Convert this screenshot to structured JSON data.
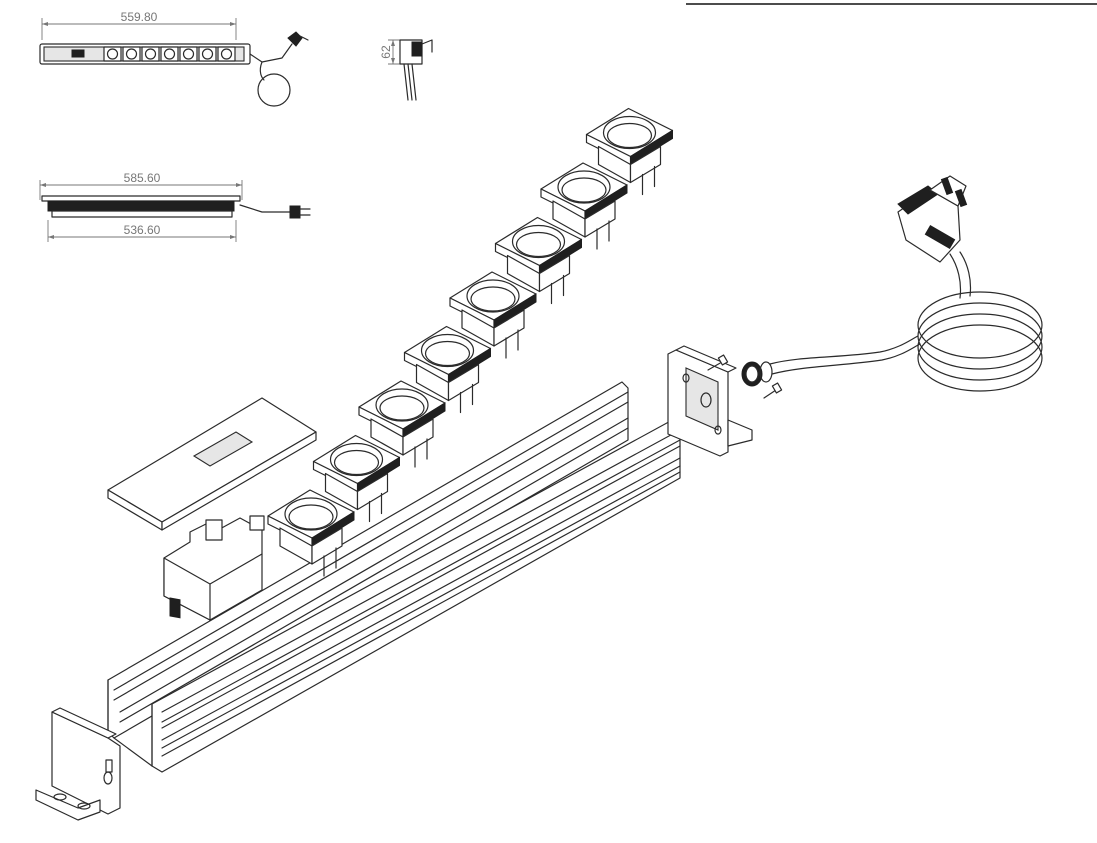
{
  "dimensions": {
    "top_length": "559.80",
    "height": "62",
    "overall_length": "585.60",
    "inner_length": "536.60"
  },
  "socket_count": 8,
  "colors": {
    "line": "#2b2b2b",
    "dimension": "#777777",
    "background": "#ffffff"
  }
}
